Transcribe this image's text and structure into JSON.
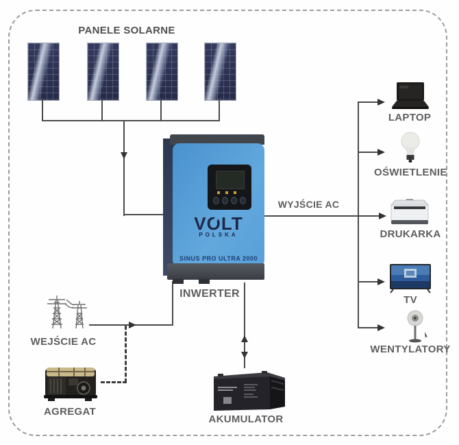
{
  "diagram": {
    "solar_label": "PANELE SOLARNE",
    "inverter": {
      "label": "INWERTER",
      "brand": "VOLT",
      "brand_sub": "POLSKA",
      "model": "SINUS PRO ULTRA 2000"
    },
    "ac_out_label": "WYJŚCIE AC",
    "ac_in_label": "WEJŚCIE AC",
    "generator_label": "AGREGAT",
    "battery_label": "AKUMULATOR",
    "devices": [
      {
        "icon": "laptop-icon",
        "label": "LAPTOP"
      },
      {
        "icon": "lightbulb-icon",
        "label": "OŚWIETLENIE"
      },
      {
        "icon": "printer-icon",
        "label": "DRUKARKA"
      },
      {
        "icon": "tv-icon",
        "label": "TV"
      },
      {
        "icon": "fan-icon",
        "label": "WENTYLATORY"
      }
    ],
    "icons": [
      "solar-panel-icon",
      "power-towers-icon",
      "generator-icon",
      "battery-icon",
      "laptop-icon",
      "lightbulb-icon",
      "printer-icon",
      "tv-icon",
      "fan-icon"
    ],
    "colors": {
      "inverter_body": "#4f98d3",
      "inverter_display": "#141619",
      "brand_navy": "#1d2746",
      "solar_panel": "#2a3153",
      "wire": "#4a4a4a",
      "label_text": "#5e5e5e",
      "tv_screen": "#2e5b9c",
      "generator_tan": "#c9b989"
    }
  }
}
